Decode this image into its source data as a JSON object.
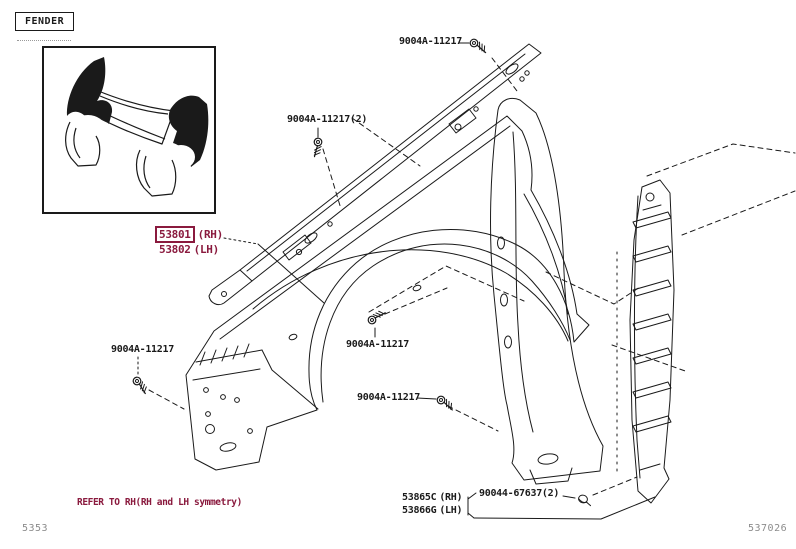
{
  "page": {
    "background": "#ffffff",
    "ink": "#1a1a1a",
    "highlight": "#8a1a3e",
    "muted": "#8c8c8c"
  },
  "header": {
    "title": "FENDER"
  },
  "callouts": {
    "bolt_top": "9004A-11217",
    "bolt_upper": "9004A-11217(2)",
    "bolt_left": "9004A-11217",
    "bolt_mid": "9004A-11217",
    "bolt_lower": "9004A-11217",
    "clip": "90044-67637(2)"
  },
  "parts": {
    "fender": {
      "rh_num": "53801",
      "rh_side": "(RH)",
      "lh_num": "53802",
      "lh_side": "(LH)"
    },
    "liner": {
      "rh_num": "53865C",
      "rh_side": "(RH)",
      "lh_num": "53866G",
      "lh_side": "(LH)"
    }
  },
  "footer": {
    "note": "REFER TO RH(RH and LH symmetry)",
    "page_code": "5353",
    "figure_code": "537026"
  }
}
